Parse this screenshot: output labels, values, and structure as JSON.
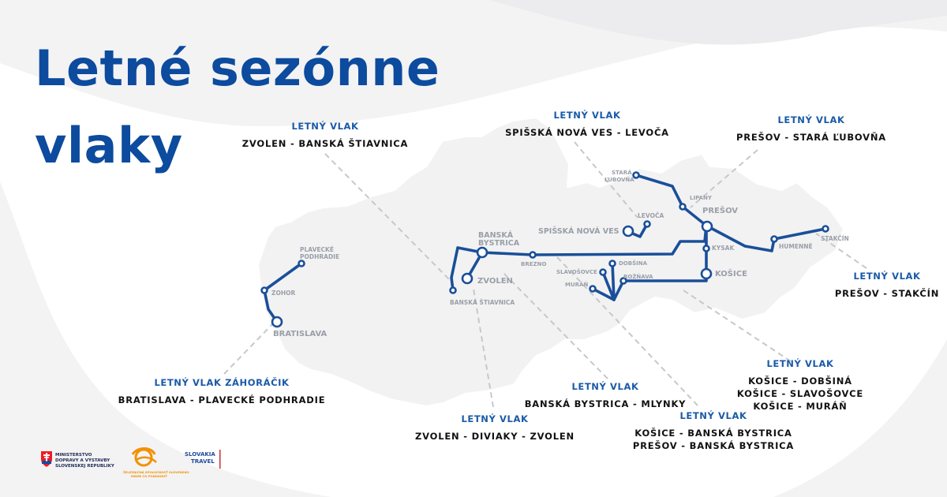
{
  "title": {
    "line1": "Letné sezónne",
    "line2": "vlaky"
  },
  "colors": {
    "brand_blue": "#0c4b9e",
    "route_blue": "#1a4f99",
    "label_gray": "#9a9fa7",
    "region_gray": "#f2f2f3",
    "orange": "#f29100"
  },
  "routes": [
    {
      "head": "LETNÝ VLAK",
      "lines": [
        "ZVOLEN - BANSKÁ ŠTIAVNICA"
      ]
    },
    {
      "head": "LETNÝ VLAK",
      "lines": [
        "SPIŠSKÁ NOVÁ VES - LEVOČA"
      ]
    },
    {
      "head": "LETNÝ VLAK",
      "lines": [
        "PREŠOV - STARÁ ĽUBOVŇA"
      ]
    },
    {
      "head": "LETNÝ VLAK",
      "lines": [
        "PREŠOV - STAKČÍN"
      ]
    },
    {
      "head": "LETNÝ VLAK",
      "lines": [
        "KOŠICE - DOBŠINÁ",
        "KOŠICE - SLAVOŠOVCE",
        "KOŠICE - MURÁŇ"
      ]
    },
    {
      "head": "LETNÝ VLAK",
      "lines": [
        "KOŠICE - BANSKÁ BYSTRICA",
        "PREŠOV - BANSKÁ BYSTRICA"
      ]
    },
    {
      "head": "LETNÝ VLAK",
      "lines": [
        "BANSKÁ BYSTRICA - MLYNKY"
      ]
    },
    {
      "head": "LETNÝ VLAK",
      "lines": [
        "ZVOLEN - DIVIAKY - ZVOLEN"
      ]
    },
    {
      "head": "LETNÝ VLAK ZÁHORÁČIK",
      "lines": [
        "BRATISLAVA - PLAVECKÉ PODHRADIE"
      ]
    }
  ],
  "stations": {
    "plavecke_1": "PLAVECKÉ",
    "plavecke_2": "PODHRADIE",
    "zohor": "ZOHOR",
    "bratislava": "BRATISLAVA",
    "banska_bystrica_1": "BANSKÁ",
    "banska_bystrica_2": "BYSTRICA",
    "zvolen": "ZVOLEN",
    "banska_stiavnica": "BANSKÁ ŠTIAVNICA",
    "brezno": "BREZNO",
    "spisska_nova_ves": "SPIŠSKÁ NOVÁ VES",
    "levoca": "LEVOČA",
    "stara_lubovna_1": "STARÁ",
    "stara_lubovna_2": "ĽUBOVŇA",
    "lipany": "LIPANY",
    "presov": "PREŠOV",
    "kysak": "KYSAK",
    "kosice": "KOŠICE",
    "humenne": "HUMENNÉ",
    "stakcin": "STAKČÍN",
    "dobsina": "DOBŠINA",
    "slavosovce": "SLAVOŠOVCE",
    "roznava": "ROŽŇAVA",
    "muran": "MURÁŇ"
  },
  "logos": {
    "ministry": [
      "MINISTERSTVO",
      "DOPRAVY A VÝSTAVBY",
      "SLOVENSKEJ REPUBLIKY"
    ],
    "zssk": [
      "ŽELEZNIČNÁ SPOLOČNOSŤ SLOVENSKO",
      "MÁME ČO PONÚKNUŤ"
    ],
    "slovakia_travel": [
      "SLOVAKIA",
      "TRAVEL"
    ]
  }
}
